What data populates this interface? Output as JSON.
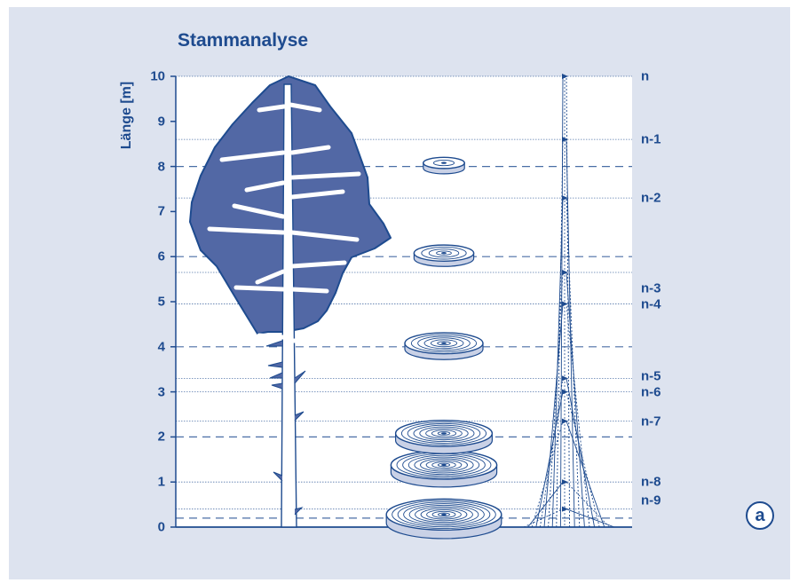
{
  "title": "Stammanalyse",
  "y_axis_label": "Länge [m]",
  "y_ticks": [
    "0",
    "1",
    "2",
    "3",
    "4",
    "5",
    "6",
    "7",
    "8",
    "9",
    "10"
  ],
  "ylim": [
    0,
    10
  ],
  "reference_lines": [
    {
      "label": "n",
      "height_m": 10.0
    },
    {
      "label": "n-1",
      "height_m": 8.6
    },
    {
      "label": "n-2",
      "height_m": 7.3
    },
    {
      "label": "n-3",
      "height_m": 5.65
    },
    {
      "label": "n-4",
      "height_m": 4.95
    },
    {
      "label": "n-5",
      "height_m": 3.3
    },
    {
      "label": "n-6",
      "height_m": 3.0
    },
    {
      "label": "n-7",
      "height_m": 2.35
    },
    {
      "label": "n-8",
      "height_m": 1.0
    },
    {
      "label": "n-9",
      "height_m": 0.4
    }
  ],
  "dashed_lines_m": [
    0.2,
    2,
    4,
    6,
    8
  ],
  "stem_discs": [
    {
      "height_m": 0.2,
      "rings": 9
    },
    {
      "height_m": 1.3,
      "rings": 8
    },
    {
      "height_m": 2.0,
      "rings": 7
    },
    {
      "height_m": 4.0,
      "rings": 5
    },
    {
      "height_m": 6.0,
      "rings": 3
    },
    {
      "height_m": 8.0,
      "rings": 1
    }
  ],
  "panel_letter": "a",
  "colors": {
    "primary": "#1e4b8f",
    "fill": "#5268a5",
    "panel_bg": "#dde3ef",
    "plot_bg": "#ffffff"
  }
}
